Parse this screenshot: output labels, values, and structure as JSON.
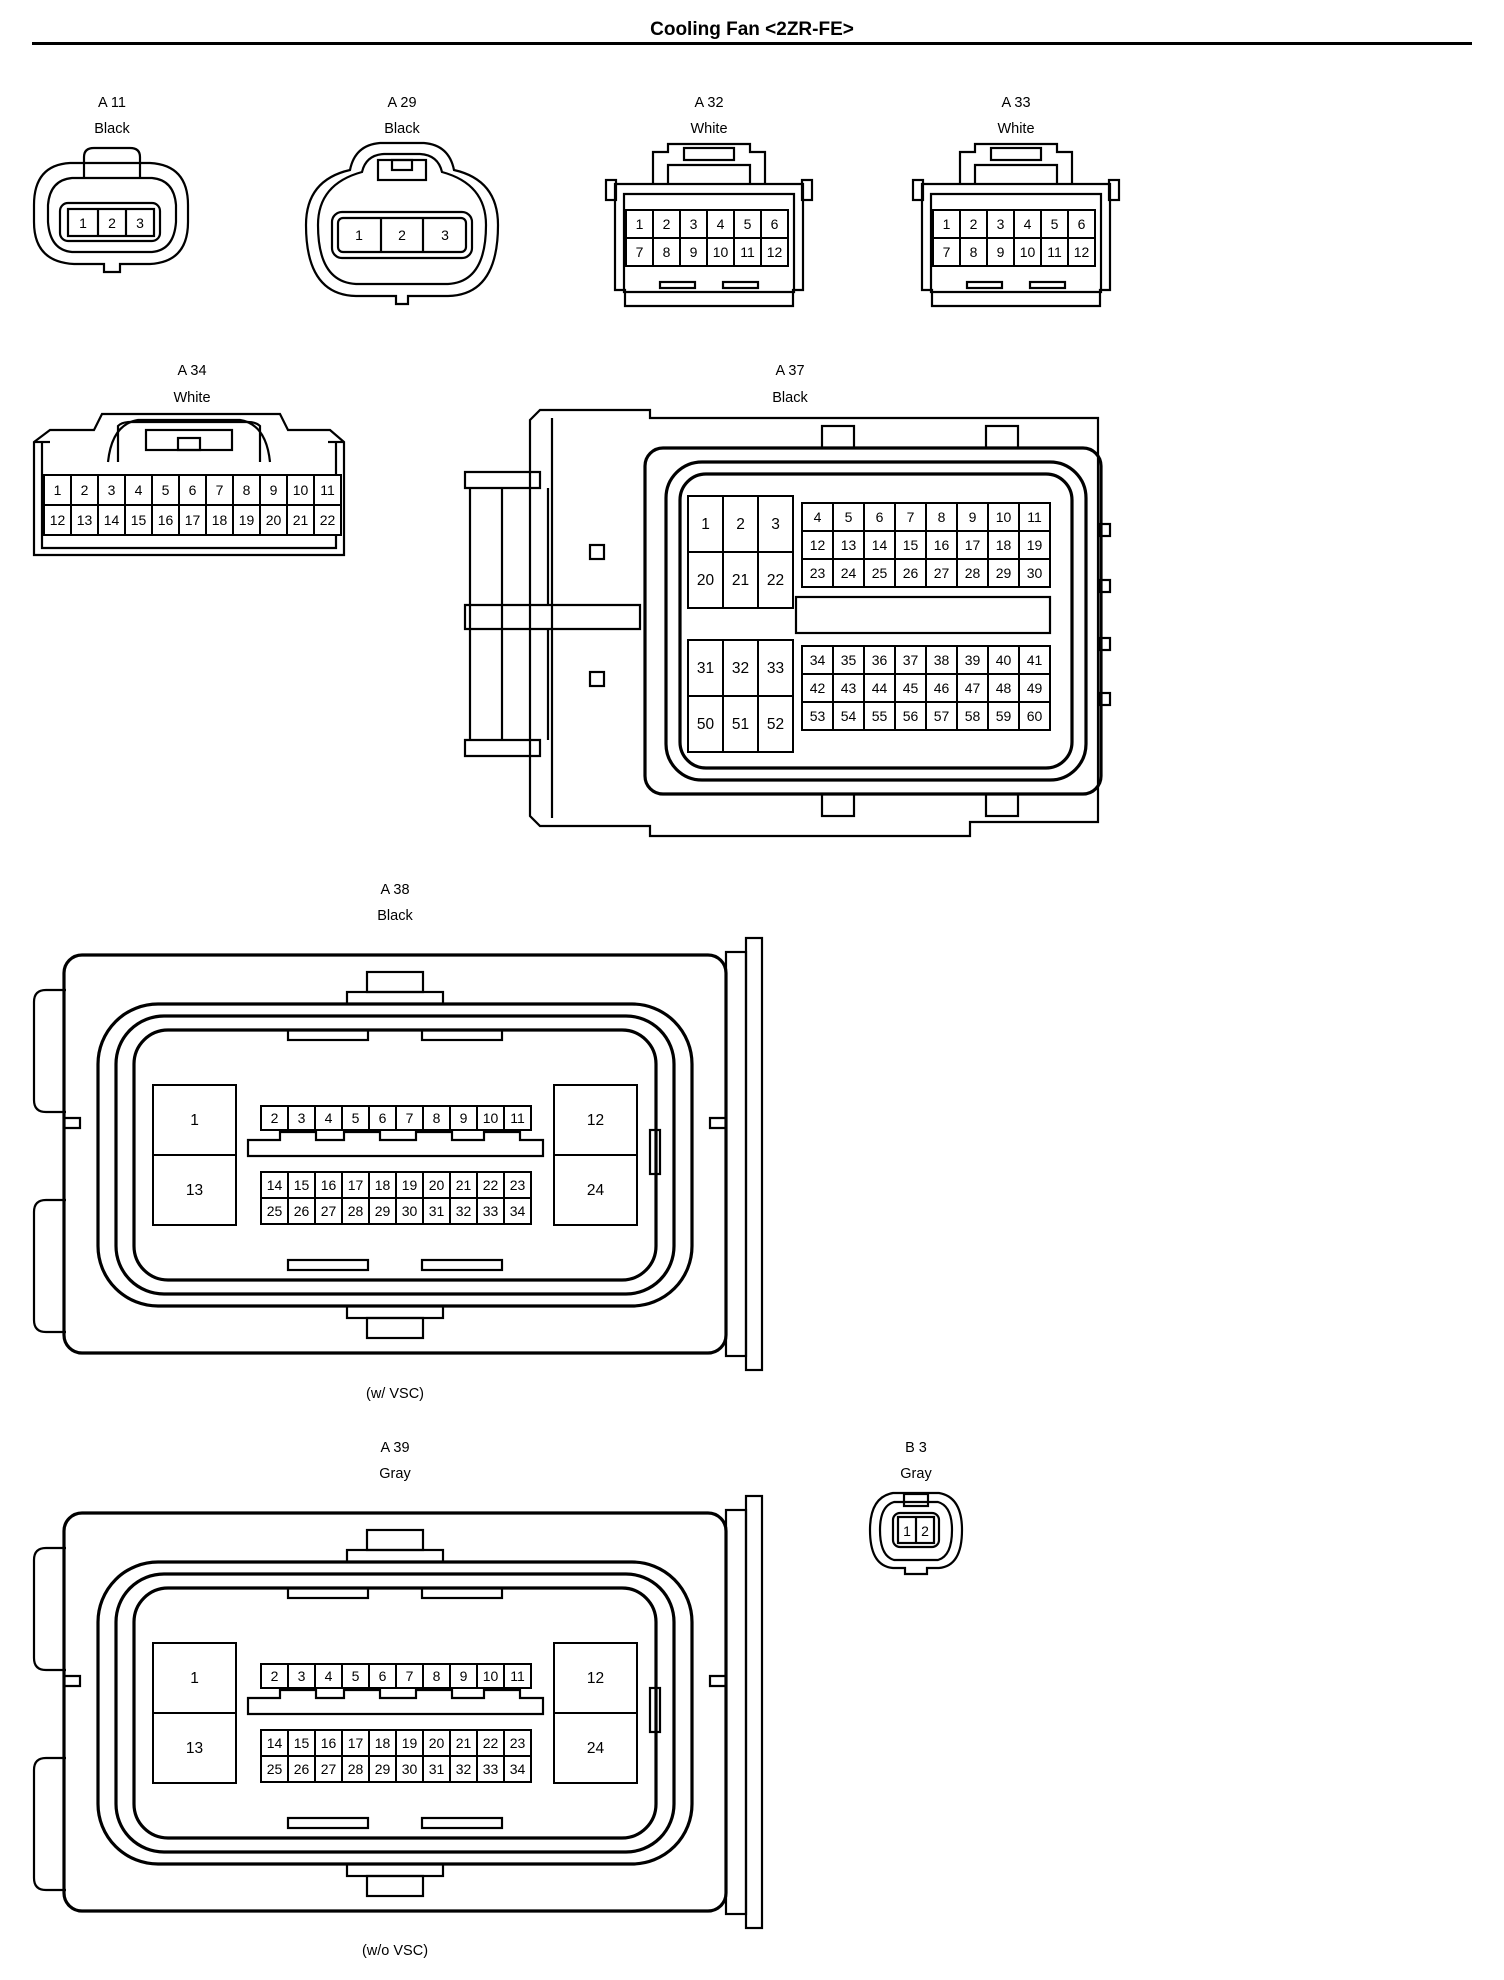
{
  "title": "Cooling Fan <2ZR-FE>",
  "connectors": {
    "A11": {
      "code": "A 11",
      "color": "Black",
      "pins": [
        "1",
        "2",
        "3"
      ]
    },
    "A29": {
      "code": "A 29",
      "color": "Black",
      "pins": [
        "1",
        "2",
        "3"
      ]
    },
    "A32": {
      "code": "A 32",
      "color": "White",
      "rows": [
        [
          "1",
          "2",
          "3",
          "4",
          "5",
          "6"
        ],
        [
          "7",
          "8",
          "9",
          "10",
          "11",
          "12"
        ]
      ]
    },
    "A33": {
      "code": "A 33",
      "color": "White",
      "rows": [
        [
          "1",
          "2",
          "3",
          "4",
          "5",
          "6"
        ],
        [
          "7",
          "8",
          "9",
          "10",
          "11",
          "12"
        ]
      ]
    },
    "A34": {
      "code": "A 34",
      "color": "White",
      "rows": [
        [
          "1",
          "2",
          "3",
          "4",
          "5",
          "6",
          "7",
          "8",
          "9",
          "10",
          "11"
        ],
        [
          "12",
          "13",
          "14",
          "15",
          "16",
          "17",
          "18",
          "19",
          "20",
          "21",
          "22"
        ]
      ]
    },
    "A37": {
      "code": "A 37",
      "color": "Black",
      "big_top": [
        [
          "1",
          "2",
          "3"
        ],
        [
          "20",
          "21",
          "22"
        ]
      ],
      "small_top": [
        [
          "4",
          "5",
          "6",
          "7",
          "8",
          "9",
          "10",
          "11"
        ],
        [
          "12",
          "13",
          "14",
          "15",
          "16",
          "17",
          "18",
          "19"
        ],
        [
          "23",
          "24",
          "25",
          "26",
          "27",
          "28",
          "29",
          "30"
        ]
      ],
      "big_bottom": [
        [
          "31",
          "32",
          "33"
        ],
        [
          "50",
          "51",
          "52"
        ]
      ],
      "small_bottom": [
        [
          "34",
          "35",
          "36",
          "37",
          "38",
          "39",
          "40",
          "41"
        ],
        [
          "42",
          "43",
          "44",
          "45",
          "46",
          "47",
          "48",
          "49"
        ],
        [
          "53",
          "54",
          "55",
          "56",
          "57",
          "58",
          "59",
          "60"
        ]
      ]
    },
    "A38": {
      "code": "A 38",
      "color": "Black",
      "note": "(w/ VSC)",
      "left": [
        "1",
        "13"
      ],
      "right": [
        "12",
        "24"
      ],
      "top_row": [
        "2",
        "3",
        "4",
        "5",
        "6",
        "7",
        "8",
        "9",
        "10",
        "11"
      ],
      "mid_row": [
        "14",
        "15",
        "16",
        "17",
        "18",
        "19",
        "20",
        "21",
        "22",
        "23"
      ],
      "bottom_row": [
        "25",
        "26",
        "27",
        "28",
        "29",
        "30",
        "31",
        "32",
        "33",
        "34"
      ]
    },
    "A39": {
      "code": "A 39",
      "color": "Gray",
      "note": "(w/o VSC)",
      "left": [
        "1",
        "13"
      ],
      "right": [
        "12",
        "24"
      ],
      "top_row": [
        "2",
        "3",
        "4",
        "5",
        "6",
        "7",
        "8",
        "9",
        "10",
        "11"
      ],
      "mid_row": [
        "14",
        "15",
        "16",
        "17",
        "18",
        "19",
        "20",
        "21",
        "22",
        "23"
      ],
      "bottom_row": [
        "25",
        "26",
        "27",
        "28",
        "29",
        "30",
        "31",
        "32",
        "33",
        "34"
      ]
    },
    "B3": {
      "code": "B 3",
      "color": "Gray",
      "pins": [
        "1",
        "2"
      ]
    }
  }
}
